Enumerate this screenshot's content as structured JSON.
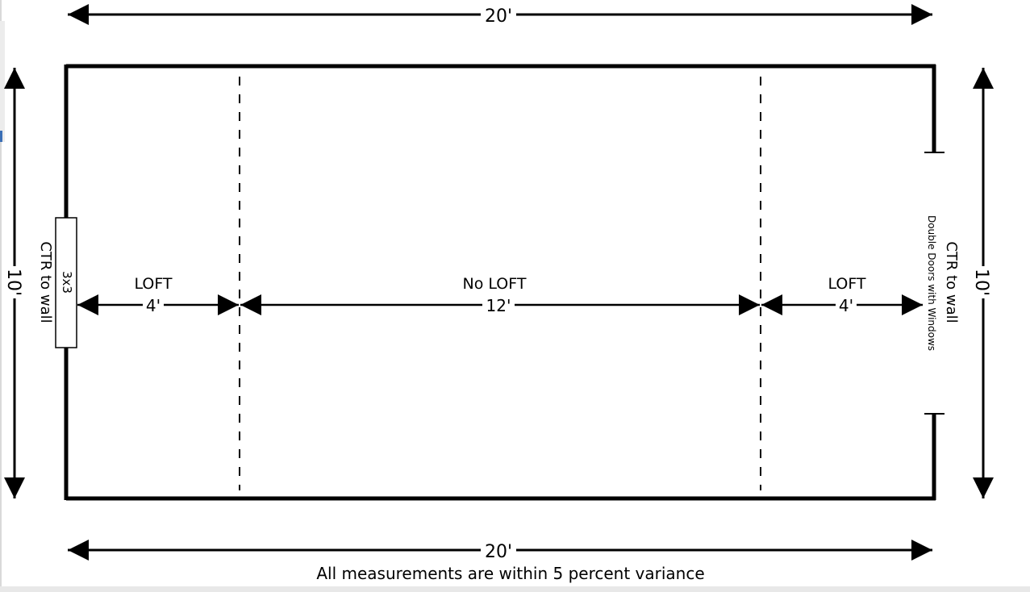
{
  "labels": {
    "top_width": "20'",
    "bottom_width": "20'",
    "left_height": "10'",
    "right_height": "10'",
    "left_ctr": "CTR to wall",
    "right_ctr": "CTR to wall",
    "post": "3x3",
    "double_doors": "Double Doors with Windows",
    "loft_left": "LOFT",
    "loft_left_dim": "4'",
    "no_loft": "No LOFT",
    "no_loft_dim": "12'",
    "loft_right": "LOFT",
    "loft_right_dim": "4'",
    "note": "All measurements are within 5 percent variance"
  },
  "colors": {
    "ink": "#000000",
    "background": "#ffffff"
  }
}
